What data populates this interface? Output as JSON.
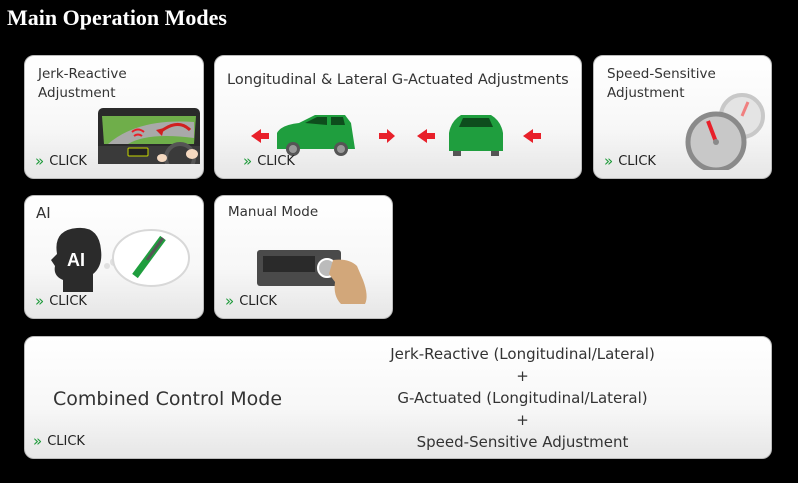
{
  "page": {
    "title": "Main Operation Modes"
  },
  "cards": {
    "jerk": {
      "label_line1": "Jerk-Reactive",
      "label_line2": "Adjustment",
      "click": "CLICK"
    },
    "g_actuated": {
      "label": "Longitudinal & Lateral G-Actuated Adjustments",
      "click": "CLICK"
    },
    "speed": {
      "label_line1": "Speed-Sensitive",
      "label_line2": "Adjustment",
      "click": "CLICK"
    },
    "ai": {
      "label": "AI",
      "head_text": "AI",
      "click": "CLICK"
    },
    "manual": {
      "label": "Manual Mode",
      "click": "CLICK"
    },
    "combined": {
      "label": "Combined Control Mode",
      "lines": [
        "Jerk-Reactive (Longitudinal/Lateral)",
        "+",
        "G-Actuated (Longitudinal/Lateral)",
        "+",
        "Speed-Sensitive Adjustment"
      ],
      "click": "CLICK"
    }
  },
  "icons": {
    "chevron": "»"
  },
  "colors": {
    "accent_green": "#1e9a3a",
    "car_green": "#1f9e3e",
    "arrow_red": "#e8202a"
  }
}
